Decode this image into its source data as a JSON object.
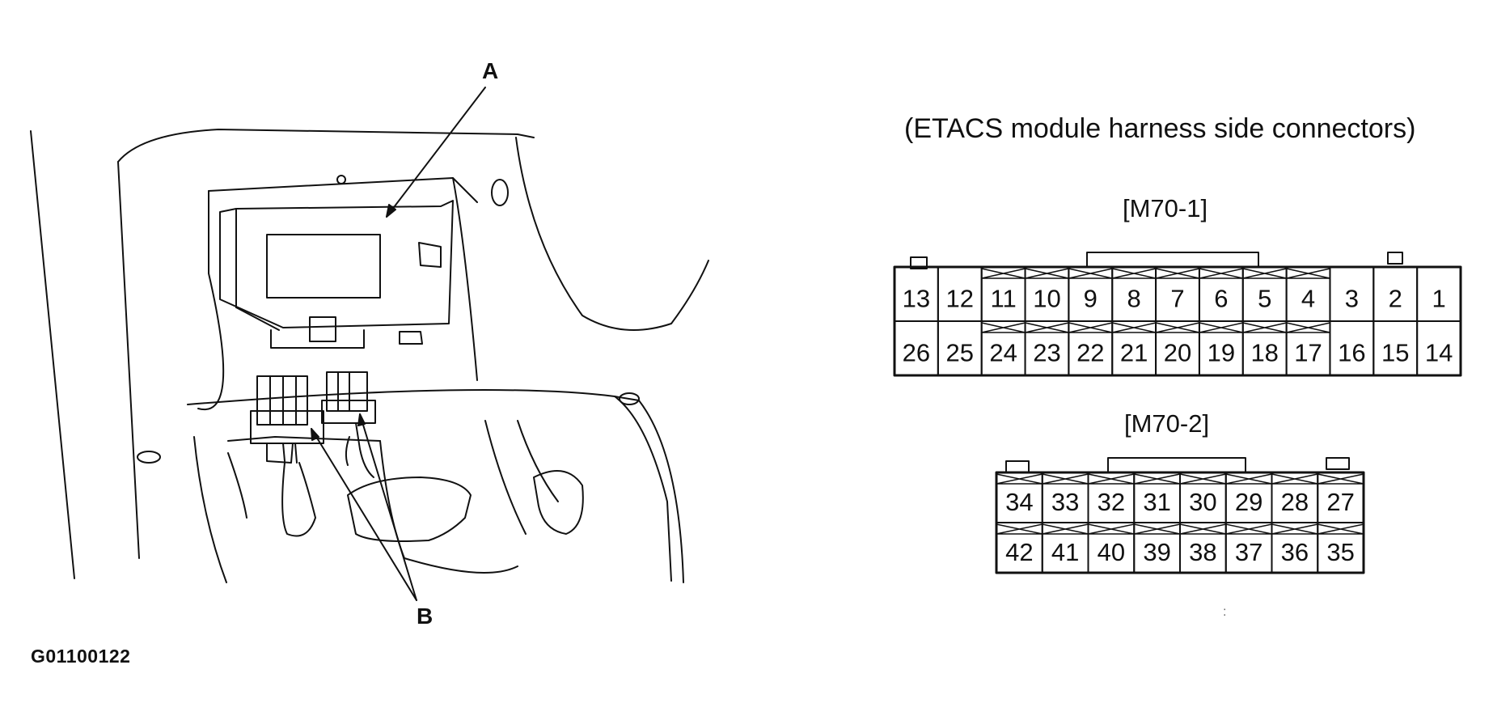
{
  "callouts": {
    "a": "A",
    "b": "B"
  },
  "figure_code": "G01100122",
  "connectors": {
    "title": "(ETACS module harness side connectors)",
    "m70_1": {
      "name": "[M70-1]",
      "top_row": [
        "13",
        "12",
        "11",
        "10",
        "9",
        "8",
        "7",
        "6",
        "5",
        "4",
        "3",
        "2",
        "1"
      ],
      "bottom_row": [
        "26",
        "25",
        "24",
        "23",
        "22",
        "21",
        "20",
        "19",
        "18",
        "17",
        "16",
        "15",
        "14"
      ],
      "crossed_columns": [
        2,
        3,
        4,
        5,
        6,
        7,
        8,
        9
      ]
    },
    "m70_2": {
      "name": "[M70-2]",
      "top_row": [
        "34",
        "33",
        "32",
        "31",
        "30",
        "29",
        "28",
        "27"
      ],
      "bottom_row": [
        "42",
        "41",
        "40",
        "39",
        "38",
        "37",
        "36",
        "35"
      ],
      "crossed_columns": [
        0,
        1,
        2,
        3,
        4,
        5,
        6,
        7
      ]
    }
  },
  "stray_mark": ":"
}
